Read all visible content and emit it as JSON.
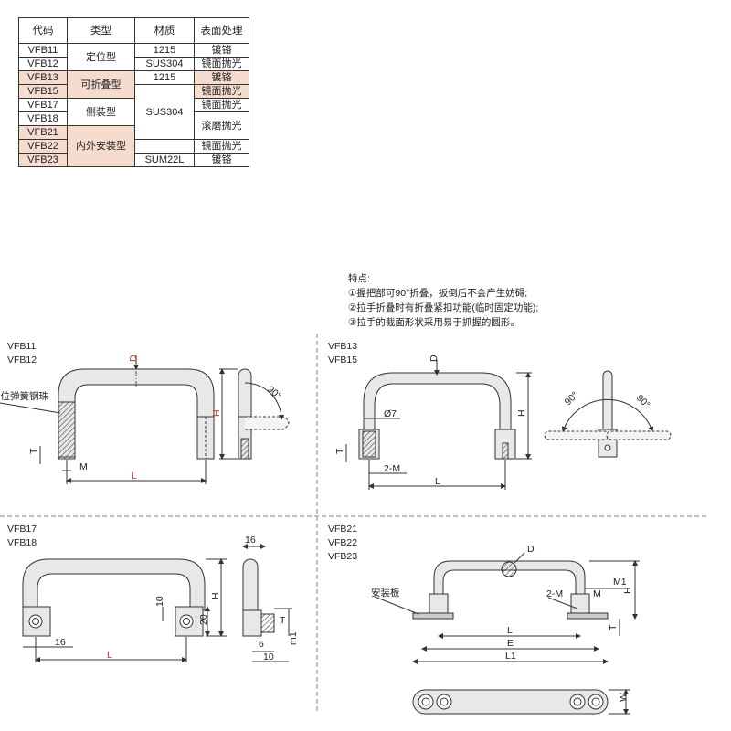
{
  "table": {
    "headers": [
      "代码",
      "类型",
      "材质",
      "表面处理"
    ],
    "rows": [
      {
        "code": "VFB11",
        "type": "定位型",
        "material": "1215",
        "finish": "镀铬"
      },
      {
        "code": "VFB12",
        "type": "",
        "material": "SUS304",
        "finish": "镜面抛光"
      },
      {
        "code": "VFB13",
        "type": "可折叠型",
        "material": "1215",
        "finish": "镀铬"
      },
      {
        "code": "VFB15",
        "type": "",
        "material": "",
        "finish": "镜面抛光"
      },
      {
        "code": "VFB17",
        "type": "侧装型",
        "material": "SUS304",
        "finish": "镜面抛光"
      },
      {
        "code": "VFB18",
        "type": "",
        "material": "",
        "finish": "滚磨抛光"
      },
      {
        "code": "VFB21",
        "type": "内外安装型",
        "material": "",
        "finish": ""
      },
      {
        "code": "VFB22",
        "type": "",
        "material": "",
        "finish": "镜面抛光"
      },
      {
        "code": "VFB23",
        "type": "",
        "material": "SUM22L",
        "finish": "镀铬"
      }
    ]
  },
  "notes": {
    "title": "特点:",
    "items": [
      "①握把部可90°折叠，扳倒后不会产生妨碍;",
      "②拉手折叠时有折叠紧扣功能(临时固定功能);",
      "③拉手的截面形状采用易于抓握的圆形。"
    ]
  },
  "panels": {
    "p1": {
      "models": [
        "VFB11",
        "VFB12"
      ],
      "callout": "定位弹簧钢珠",
      "dims": {
        "D": "D",
        "H": "H",
        "T": "T",
        "M": "M",
        "L": "L",
        "angle": "90°"
      }
    },
    "p2": {
      "models": [
        "VFB13",
        "VFB15"
      ],
      "dims": {
        "D": "D",
        "H": "H",
        "T": "T",
        "phi": "Ø7",
        "M2": "2-M",
        "L": "L",
        "a1": "90°",
        "a2": "90°"
      }
    },
    "p3": {
      "models": [
        "VFB17",
        "VFB18"
      ],
      "dims": {
        "d16a": "16",
        "d16b": "16",
        "H": "H",
        "d10a": "10",
        "d20": "20",
        "L": "L",
        "T": "T",
        "d6": "6",
        "m1": "m1",
        "d10b": "10"
      }
    },
    "p4": {
      "models": [
        "VFB21",
        "VFB22",
        "VFB23"
      ],
      "dims": {
        "D": "D",
        "plate": "安装板",
        "M2": "2-M",
        "M1": "M1",
        "M": "M",
        "H": "H",
        "L": "L",
        "E": "E",
        "L1": "L1",
        "T": "T",
        "W": "W"
      }
    }
  },
  "colors": {
    "shade": "#f5dccf",
    "red_label": "#c0392b",
    "dash": "#888888"
  }
}
